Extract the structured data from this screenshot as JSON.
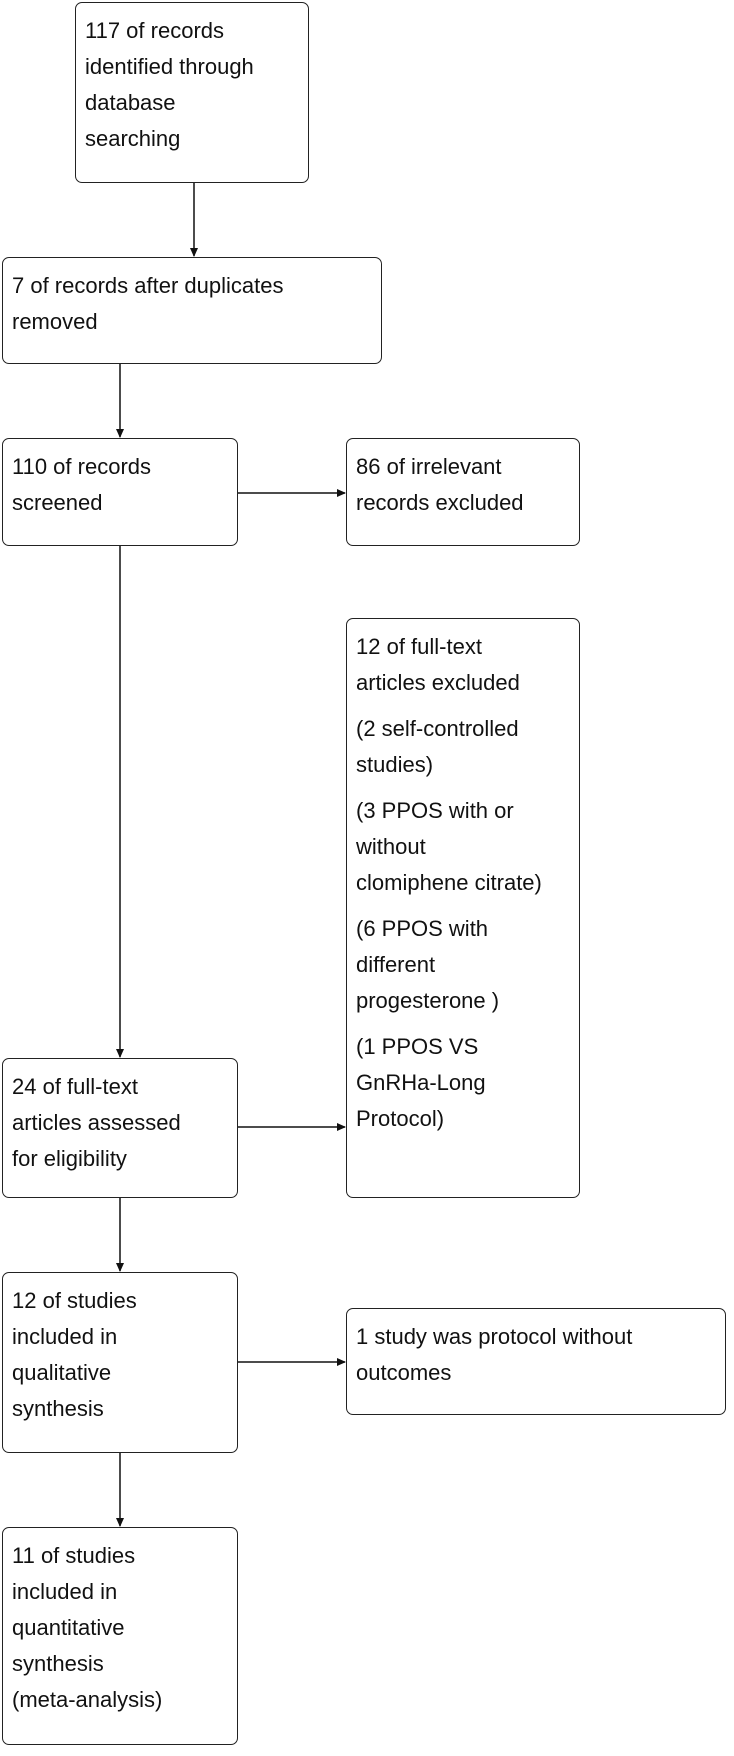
{
  "boxes": {
    "identified": {
      "lines": [
        "117 of records",
        "identified through",
        "database",
        "searching"
      ]
    },
    "duplicates": {
      "lines": [
        "7 of records after duplicates",
        "removed"
      ]
    },
    "screened": {
      "lines": [
        "110 of records",
        "screened"
      ]
    },
    "irrelevant": {
      "lines": [
        "86 of irrelevant",
        "records excluded"
      ]
    },
    "fulltext_excluded": {
      "paragraphs": [
        [
          "12 of full-text",
          "articles excluded"
        ],
        [
          "(2 self-controlled",
          "studies)"
        ],
        [
          "(3 PPOS with or",
          "without",
          "clomiphene citrate)"
        ],
        [
          "(6 PPOS with",
          "different",
          "progesterone )"
        ],
        [
          "(1 PPOS VS",
          "GnRHa-Long",
          "Protocol)"
        ]
      ]
    },
    "eligibility": {
      "lines": [
        "24 of full-text",
        "articles assessed",
        "for eligibility"
      ]
    },
    "qualitative": {
      "lines": [
        "12 of studies",
        "included in",
        "qualitative",
        "synthesis"
      ]
    },
    "protocol": {
      "lines": [
        "1 study was protocol without",
        "outcomes"
      ]
    },
    "quantitative": {
      "lines": [
        "11 of studies",
        "included in",
        "quantitative",
        "synthesis",
        "(meta-analysis)"
      ]
    }
  },
  "colors": {
    "border": "#222222",
    "arrow": "#111111",
    "background": "#ffffff"
  }
}
